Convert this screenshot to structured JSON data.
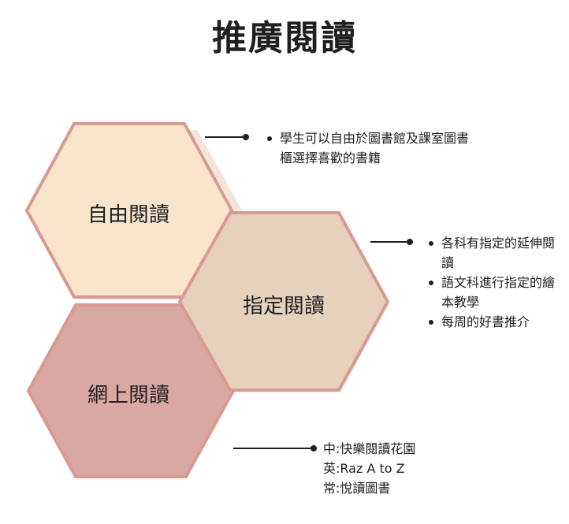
{
  "title": "推廣閱讀",
  "colors": {
    "outline": "#d99a93",
    "free_fill": "#f9e4cc",
    "assigned_fill": "#e5d1bc",
    "online_fill": "#d9a8a2",
    "line": "#1f1f1f"
  },
  "hexagons": {
    "free": {
      "label": "自由閱讀"
    },
    "assigned": {
      "label": "指定閱讀"
    },
    "online": {
      "label": "網上閱讀"
    }
  },
  "notes": {
    "free": {
      "items": [
        "學生可以自由於圖書館及課室圖書櫃選擇喜歡的書籍"
      ]
    },
    "assigned": {
      "items": [
        "各科有指定的延伸閱讀",
        "語文科進行指定的繪本教學",
        "每周的好書推介"
      ]
    },
    "online": {
      "lines": [
        "中:快樂閱讀花園",
        "英:Raz A to Z",
        "常:悅讀圖書"
      ]
    }
  }
}
